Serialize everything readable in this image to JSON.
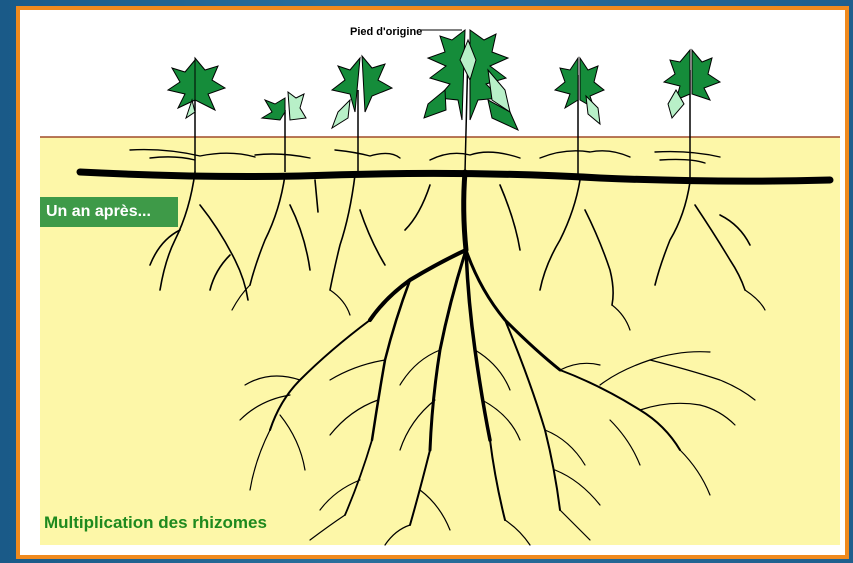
{
  "labels": {
    "origin_plant": "Pied d'origine",
    "time_tag": "Un an après...",
    "caption": "Multiplication des rhizomes"
  },
  "colors": {
    "slide_background": "#1d5f8e",
    "frame_border": "#f08a1e",
    "soil": "#fdf7a8",
    "ground_line": "#a04b2a",
    "leaf_green": "#158c3a",
    "leaf_light": "#b8f0c8",
    "root_black": "#000000",
    "tag_green": "#3e9a48",
    "caption_green": "#1e8a1e"
  },
  "plants": [
    {
      "name": "plant-1",
      "type": "new-shoot"
    },
    {
      "name": "plant-2",
      "type": "new-shoot"
    },
    {
      "name": "plant-3",
      "type": "new-shoot"
    },
    {
      "name": "plant-origin",
      "type": "original"
    },
    {
      "name": "plant-5",
      "type": "new-shoot"
    },
    {
      "name": "plant-6",
      "type": "new-shoot"
    }
  ]
}
